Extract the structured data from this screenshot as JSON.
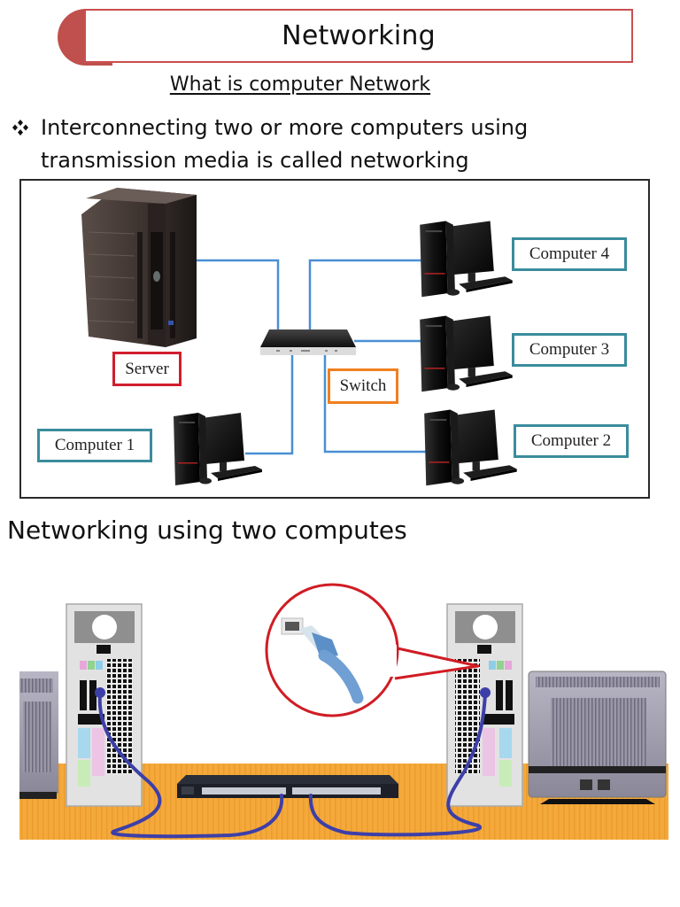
{
  "header": {
    "title": "Networking",
    "accent_color": "#c0504d"
  },
  "subtitle": "What is computer Network",
  "bullet": {
    "icon": "diamond-cluster-bullet",
    "text_line1": "Interconnecting two or more computers using",
    "text_line2": "transmission media is called networking"
  },
  "diagram": {
    "nodes": [
      {
        "id": "server",
        "label": "Server",
        "icon": "server-tower-icon",
        "label_color": "#d11e2e"
      },
      {
        "id": "switch",
        "label": "Switch",
        "icon": "network-switch-icon",
        "label_color": "#f07f20"
      },
      {
        "id": "computer1",
        "label": "Computer 1",
        "icon": "desktop-computer-icon",
        "label_color": "#3a8c9c"
      },
      {
        "id": "computer2",
        "label": "Computer 2",
        "icon": "desktop-computer-icon",
        "label_color": "#3a8c9c"
      },
      {
        "id": "computer3",
        "label": "Computer 3",
        "icon": "desktop-computer-icon",
        "label_color": "#3a8c9c"
      },
      {
        "id": "computer4",
        "label": "Computer 4",
        "icon": "desktop-computer-icon",
        "label_color": "#3a8c9c"
      }
    ],
    "edges": [
      {
        "from": "server",
        "to": "switch"
      },
      {
        "from": "switch",
        "to": "computer4"
      },
      {
        "from": "switch",
        "to": "computer3"
      },
      {
        "from": "switch",
        "to": "computer2"
      },
      {
        "from": "switch",
        "to": "computer1"
      }
    ],
    "link_color": "#4a8fd4"
  },
  "section2": {
    "heading": "Networking using two computes",
    "illustration": {
      "items": [
        "pc-tower-left",
        "monitor-left",
        "rack-switch",
        "pc-tower-right",
        "monitor-right",
        "ethernet-cable-callout"
      ],
      "cable_color": "#3d3fa8",
      "callout_color": "#d01c24",
      "desk_color": "#f4a93a"
    }
  }
}
